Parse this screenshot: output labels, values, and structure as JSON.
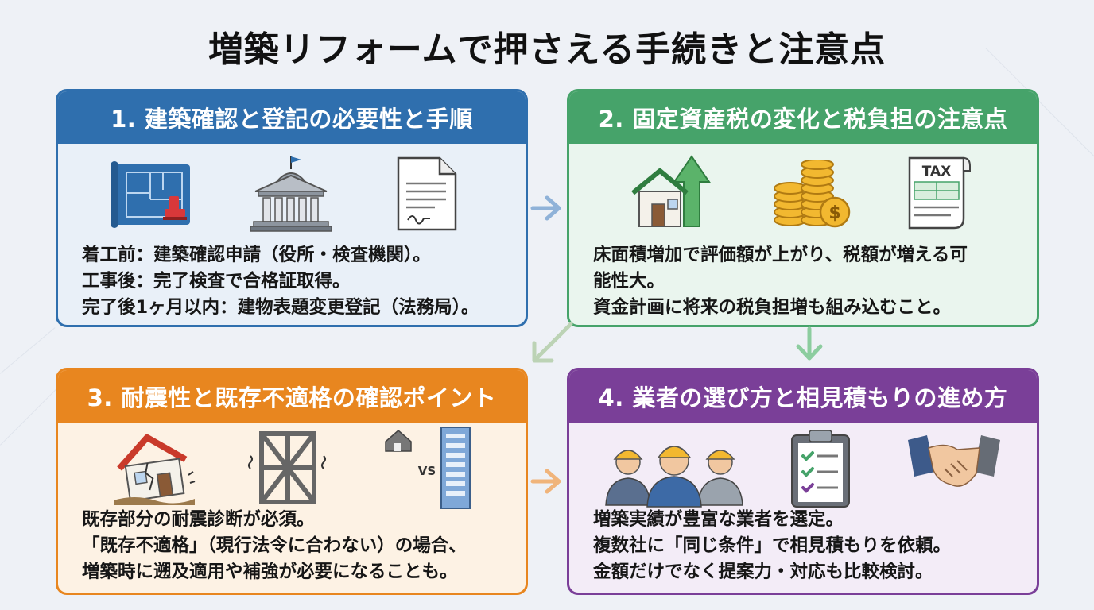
{
  "title": "増築リフォームで押さえる手続きと注意点",
  "colors": {
    "blue": "#2f6fae",
    "green": "#46a36a",
    "orange": "#e8861f",
    "purple": "#7a3f98"
  },
  "cards": [
    {
      "heading": "1. 建築確認と登記の必要性と手順",
      "icons": [
        "blueprint-stamp-icon",
        "government-building-icon",
        "document-signature-icon"
      ],
      "lines": [
        "着工前：建築確認申請（役所・検査機関）。",
        "工事後：完了検査で合格証取得。",
        "完了後1ヶ月以内：建物表題変更登記（法務局）。"
      ]
    },
    {
      "heading": "2. 固定資産税の変化と税負担の注意点",
      "icons": [
        "house-growth-arrow-icon",
        "coin-stack-icon",
        "tax-document-icon"
      ],
      "tax_label": "TAX",
      "lines": [
        "床面積増加で評価額が上がり、税額が増える可",
        "能性大。",
        "資金計画に将来の税負担増も組み込むこと。"
      ]
    },
    {
      "heading": "3. 耐震性と既存不適格の確認ポイント",
      "icons": [
        "cracked-house-icon",
        "braced-frame-icon",
        "house-vs-building-icon"
      ],
      "vs_label": "VS",
      "lines": [
        "既存部分の耐震診断が必須。",
        "「既存不適格」（現行法令に合わない）の場合、",
        "増築時に遡及適用や補強が必要になることも。"
      ]
    },
    {
      "heading": "4. 業者の選び方と相見積もりの進め方",
      "icons": [
        "construction-workers-icon",
        "checklist-clipboard-icon",
        "handshake-icon"
      ],
      "lines": [
        "増築実績が豊富な業者を選定。",
        "複数社に「同じ条件」で相見積もりを依頼。",
        "金額だけでなく提案力・対応も比較検討。"
      ]
    }
  ]
}
